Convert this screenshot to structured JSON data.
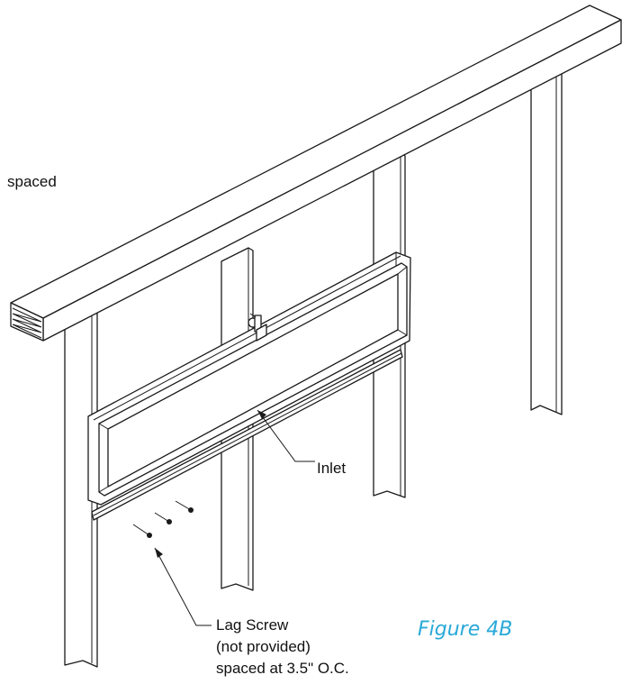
{
  "labels": {
    "top_left": "spaced",
    "inlet": "Inlet",
    "lag_screw_line1": "Lag Screw",
    "lag_screw_line2": "(not provided)",
    "lag_screw_line3": "spaced at 3.5\" O.C.",
    "figure": "Figure 4B"
  },
  "colors": {
    "line": "#1a1a1a",
    "figure_label": "#29a9d8"
  }
}
